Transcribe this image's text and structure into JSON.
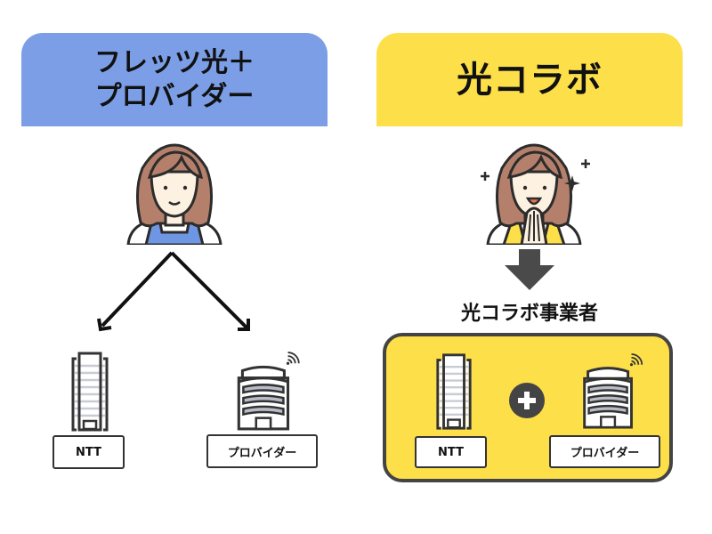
{
  "left_panel": {
    "title": "フレッツ光＋\nプロバイダー",
    "header_color": "#7b9ee6",
    "person_icon": "woman-neutral-icon",
    "arrow_icon": "split-arrows-icon",
    "items": [
      {
        "label": "NTT",
        "icon": "office-tower-icon"
      },
      {
        "label": "プロバイダー",
        "icon": "provider-building-wifi-icon"
      }
    ]
  },
  "right_panel": {
    "title": "光コラボ",
    "header_color": "#fddf4a",
    "person_icon": "woman-happy-icon",
    "sparkle_icon": "sparkle-icon",
    "arrow_icon": "down-arrow-icon",
    "subtitle": "光コラボ事業者",
    "plus_icon": "plus-circle-icon",
    "items": [
      {
        "label": "NTT",
        "icon": "office-tower-icon"
      },
      {
        "label": "プロバイダー",
        "icon": "provider-building-wifi-icon"
      }
    ]
  }
}
